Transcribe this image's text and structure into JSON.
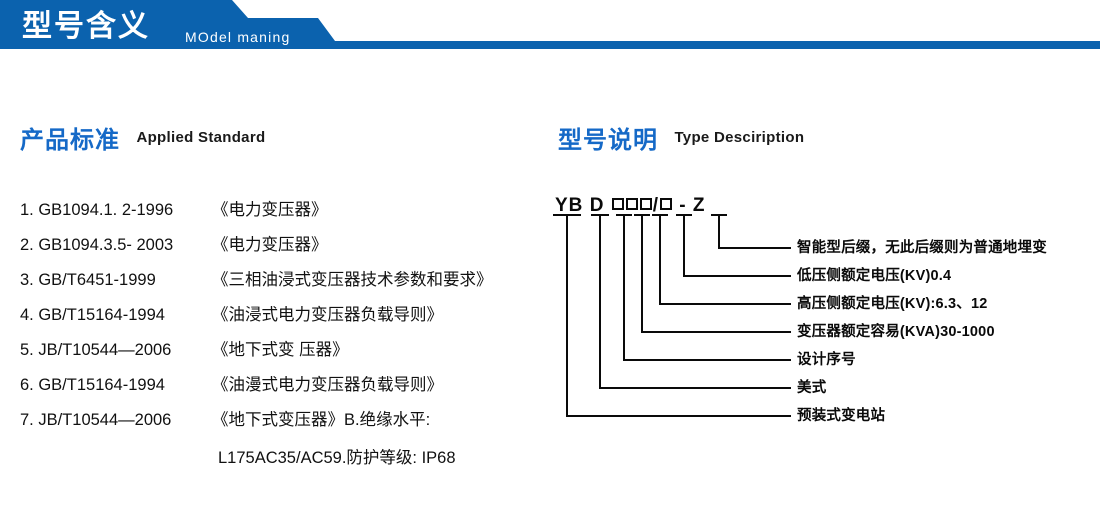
{
  "banner": {
    "title_cn": "型号含义",
    "title_en": "MOdel maning",
    "bg_color": "#0b62ae"
  },
  "sections": {
    "standard": {
      "cn": "产品标准",
      "en": "Applied Standard",
      "accent": "#1569c7"
    },
    "type": {
      "cn": "型号说明",
      "en": "Type Desciription",
      "accent": "#1569c7"
    }
  },
  "standards": [
    {
      "code": "1. GB1094.1. 2-1996",
      "name": "《电力变压器》"
    },
    {
      "code": "2. GB1094.3.5- 2003",
      "name": "《电力变压器》"
    },
    {
      "code": "3. GB/T6451-1999",
      "name": "《三相油浸式变压器技术参数和要求》"
    },
    {
      "code": "4. GB/T15164-1994",
      "name": "《油浸式电力变压器负载导则》"
    },
    {
      "code": "5. JB/T10544—2006",
      "name": "《地下式变 压器》"
    },
    {
      "code": "6. GB/T15164-1994",
      "name": "《油漫式电力变压器负载导则》"
    },
    {
      "code": "7. JB/T10544—2006",
      "name": "《地下式变压器》B.绝缘水平:"
    }
  ],
  "standards_continuation": "L175AC35/AC59.防护等级: IP68",
  "type_code": {
    "prefix": "YB",
    "second": "D",
    "boxes_group1": 3,
    "slash": "/",
    "boxes_group2": 1,
    "dash": "-",
    "suffix": "Z",
    "display": "YB D □□□/□ - Z"
  },
  "legend": [
    {
      "index": 1,
      "text": "智能型后缀，无此后缀则为普通地埋变"
    },
    {
      "index": 2,
      "text": "低压侧额定电压(KV)0.4"
    },
    {
      "index": 3,
      "text": "高压侧额定电压(KV):6.3、12"
    },
    {
      "index": 4,
      "text": "变压器额定容易(KVA)30-1000"
    },
    {
      "index": 5,
      "text": "设计序号"
    },
    {
      "index": 6,
      "text": "美式"
    },
    {
      "index": 7,
      "text": "预装式变电站"
    }
  ]
}
